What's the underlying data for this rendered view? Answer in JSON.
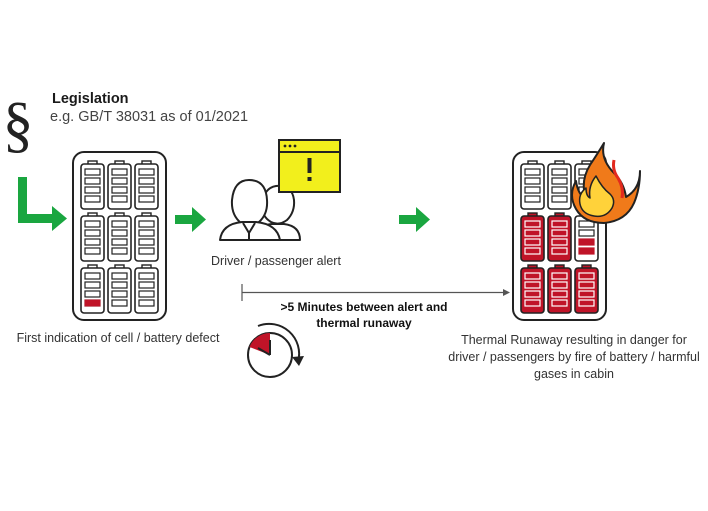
{
  "legislation": {
    "title": "Legislation",
    "subtitle": "e.g. GB/T 38031 as of 01/2021",
    "icon": "section-sign-icon"
  },
  "steps": {
    "first_indication": "First indication of cell / battery defect",
    "driver_alert": "Driver / passenger alert",
    "thermal_runaway": "Thermal Runaway resulting in danger for driver / passengers by fire of battery / harmful gases in cabin"
  },
  "timeline": {
    "label": ">5 Minutes between alert and thermal runaway"
  },
  "colors": {
    "arrow_green": "#1aa640",
    "defect_red": "#c01428",
    "alert_yellow": "#f2ef1c",
    "outline": "#222222",
    "flame_orange": "#f07a1a",
    "flame_yellow": "#ffd23a",
    "flame_red": "#e22a1e"
  }
}
